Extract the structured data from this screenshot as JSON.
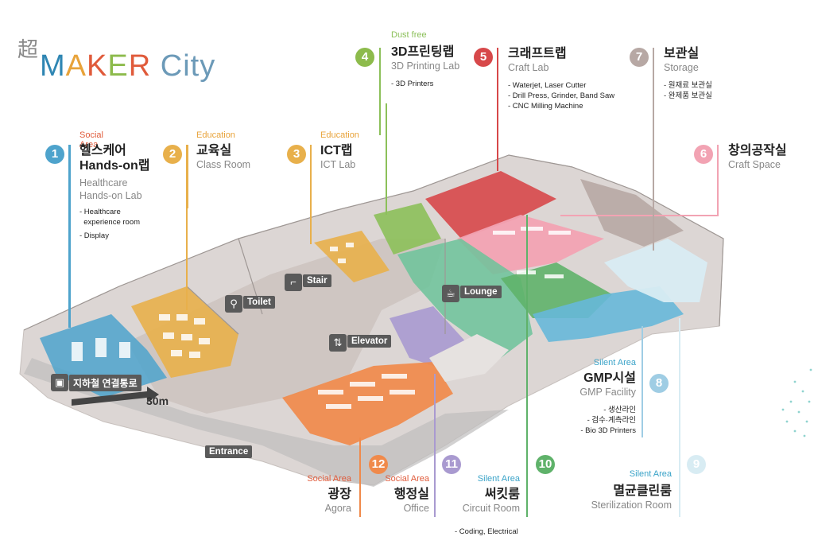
{
  "logo": {
    "chao": "超",
    "word": [
      "M",
      "A",
      "K",
      "E",
      "R",
      " C",
      "ity"
    ]
  },
  "colors": {
    "blue": "#4ea3cc",
    "yellow": "#e8b04b",
    "orange": "#f08a4b",
    "green": "#8cc05a",
    "red": "#d7484a",
    "pink": "#f2a3b3",
    "taupe": "#b7a8a4",
    "teal": "#3d9a6a",
    "purple": "#a99ad0",
    "lightblue": "#9fcde4",
    "skyblue": "#67b8d9",
    "gray": "#5a5a5a"
  },
  "rooms": [
    {
      "num": "1",
      "area": "Social Area",
      "ko": "헬스케어",
      "ko2": "Hands-on랩",
      "en": "Healthcare",
      "en2": "Hands-on Lab",
      "items": [
        "- Healthcare",
        "  experience room",
        "- Display"
      ]
    },
    {
      "num": "2",
      "area": "Education",
      "ko": "교육실",
      "en": "Class Room"
    },
    {
      "num": "3",
      "area": "Education",
      "ko": "ICT랩",
      "en": "ICT Lab"
    },
    {
      "num": "4",
      "area": "Dust free",
      "ko": "3D프린팅랩",
      "en": "3D Printing Lab",
      "items": [
        "- 3D Printers"
      ]
    },
    {
      "num": "5",
      "ko": "크래프트랩",
      "en": "Craft Lab",
      "items": [
        "- Waterjet, Laser Cutter",
        "- Drill Press, Grinder, Band Saw",
        "- CNC Milling Machine"
      ]
    },
    {
      "num": "6",
      "ko": "창의공작실",
      "en": "Craft Space"
    },
    {
      "num": "7",
      "ko": "보관실",
      "en": "Storage",
      "items": [
        "- 원재료 보관실",
        "- 완제품 보관실"
      ]
    },
    {
      "num": "8",
      "area": "Silent Area",
      "ko": "GMP시설",
      "en": "GMP Facility",
      "items": [
        "- 생산라인",
        "- 검수·계측라인",
        "- Bio 3D Printers"
      ]
    },
    {
      "num": "9",
      "area": "Silent Area",
      "ko": "멸균클린룸",
      "en": "Sterilization Room"
    },
    {
      "num": "10",
      "area": "Silent Area",
      "ko": "써킷룸",
      "en": "Circuit Room",
      "items": [
        "- Coding, Electrical"
      ]
    },
    {
      "num": "11",
      "area": "Social Area",
      "ko": "행정실",
      "en": "Office"
    },
    {
      "num": "12",
      "area": "Social Area",
      "ko": "광장",
      "en": "Agora"
    }
  ],
  "tags": {
    "stair": "Stair",
    "toilet": "Toilet",
    "lounge": "Lounge",
    "elevator": "Elevator",
    "subway": "지하철 연결통로",
    "distance": "30m",
    "entrance": "Entrance"
  },
  "icons": {
    "stair": "stair-icon",
    "toilet": "toilet-icon",
    "lounge": "coffee-icon",
    "elevator": "elevator-icon",
    "subway": "subway-icon"
  }
}
